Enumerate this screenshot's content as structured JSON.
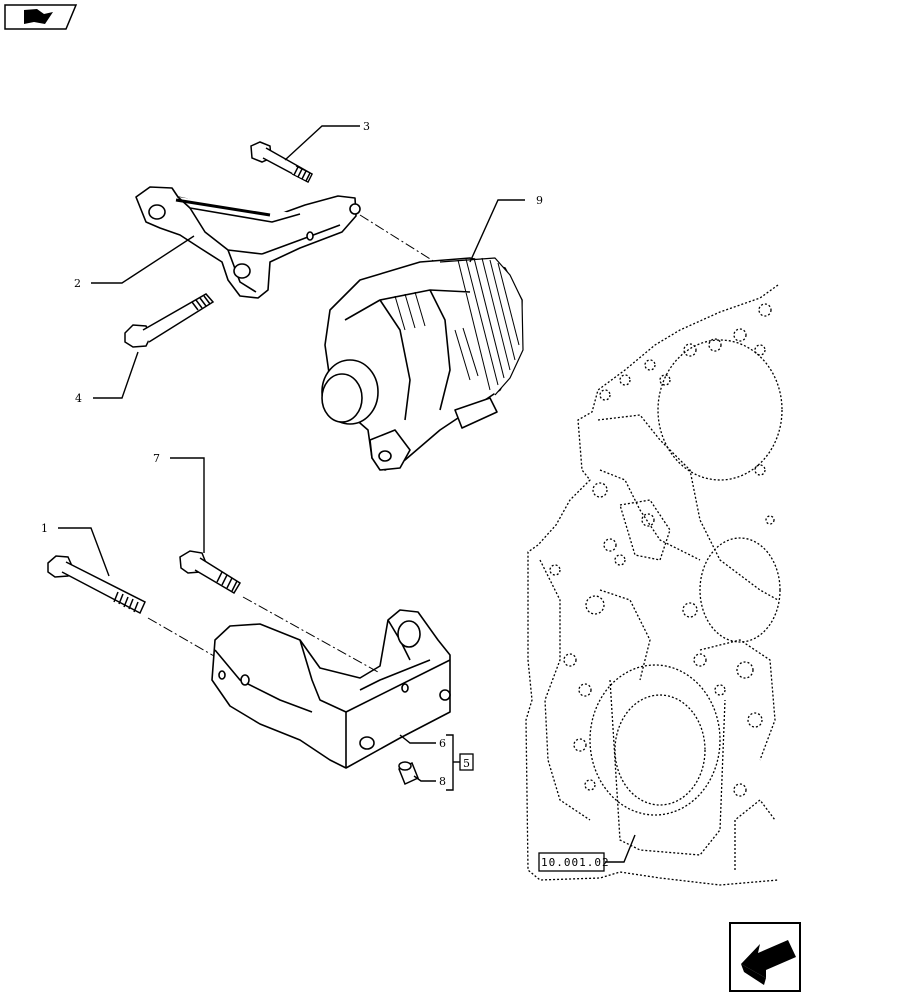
{
  "callouts": {
    "c1": "1",
    "c2": "2",
    "c3": "3",
    "c4": "4",
    "c5": "5",
    "c6": "6",
    "c7": "7",
    "c8": "8",
    "c9": "9"
  },
  "reference_box": "10.001.02",
  "icons": {
    "top_left": "navigation-book-icon",
    "bottom_right": "previous-page-arrow-icon"
  }
}
